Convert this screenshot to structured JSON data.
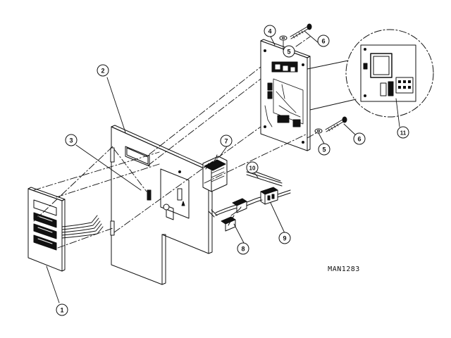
{
  "drawing_reference": "MAN1283",
  "callouts": [
    "1",
    "2",
    "3",
    "4",
    "5",
    "6",
    "5",
    "6",
    "7",
    "8",
    "9",
    "10",
    "11"
  ],
  "colors": {
    "ink": "#111111",
    "paper": "#ffffff"
  }
}
